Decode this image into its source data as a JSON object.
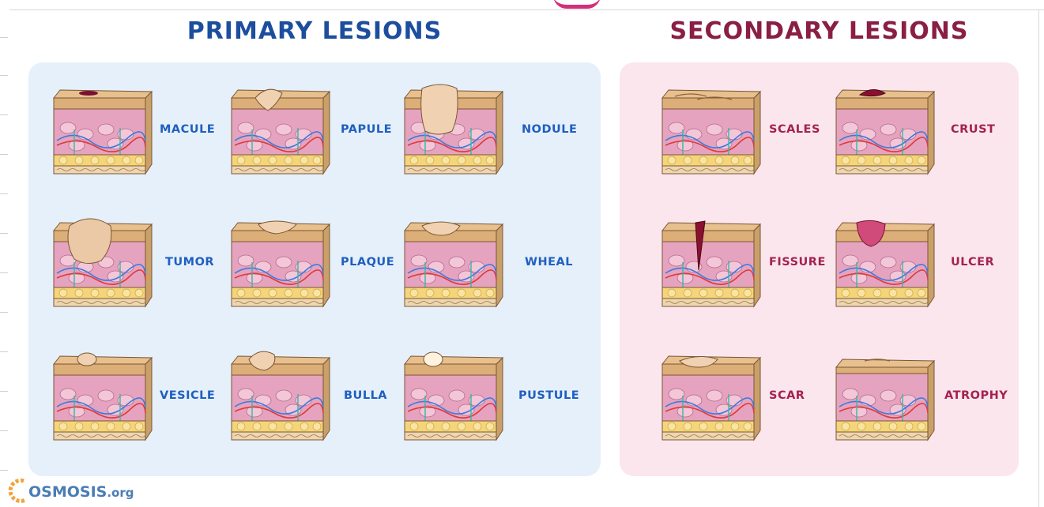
{
  "primary": {
    "title": "PRIMARY LESIONS",
    "items": [
      {
        "label": "MACULE",
        "lesion": "flat-spot"
      },
      {
        "label": "PAPULE",
        "lesion": "small-raised"
      },
      {
        "label": "NODULE",
        "lesion": "deep-raised"
      },
      {
        "label": "TUMOR",
        "lesion": "large-mass"
      },
      {
        "label": "PLAQUE",
        "lesion": "flat-raised"
      },
      {
        "label": "WHEAL",
        "lesion": "edematous-raised"
      },
      {
        "label": "VESICLE",
        "lesion": "small-blister"
      },
      {
        "label": "BULLA",
        "lesion": "large-blister"
      },
      {
        "label": "PUSTULE",
        "lesion": "pus-blister"
      }
    ]
  },
  "secondary": {
    "title": "SECONDARY LESIONS",
    "items": [
      {
        "label": "SCALES",
        "lesion": "flaky-surface"
      },
      {
        "label": "CRUST",
        "lesion": "dried-exudate"
      },
      {
        "label": "FISSURE",
        "lesion": "linear-crack"
      },
      {
        "label": "ULCER",
        "lesion": "deep-erosion"
      },
      {
        "label": "SCAR",
        "lesion": "fibrous-tissue"
      },
      {
        "label": "ATROPHY",
        "lesion": "thinned-skin"
      }
    ]
  },
  "logo": {
    "name": "OSMOSIS",
    "suffix": ".org"
  },
  "colors": {
    "primary_heading": "#1d4e9e",
    "secondary_heading": "#8a1e45",
    "primary_panel": "#e6f0fb",
    "secondary_panel": "#fbe6ee",
    "primary_label": "#1f5fc0",
    "secondary_label": "#a3224f"
  }
}
